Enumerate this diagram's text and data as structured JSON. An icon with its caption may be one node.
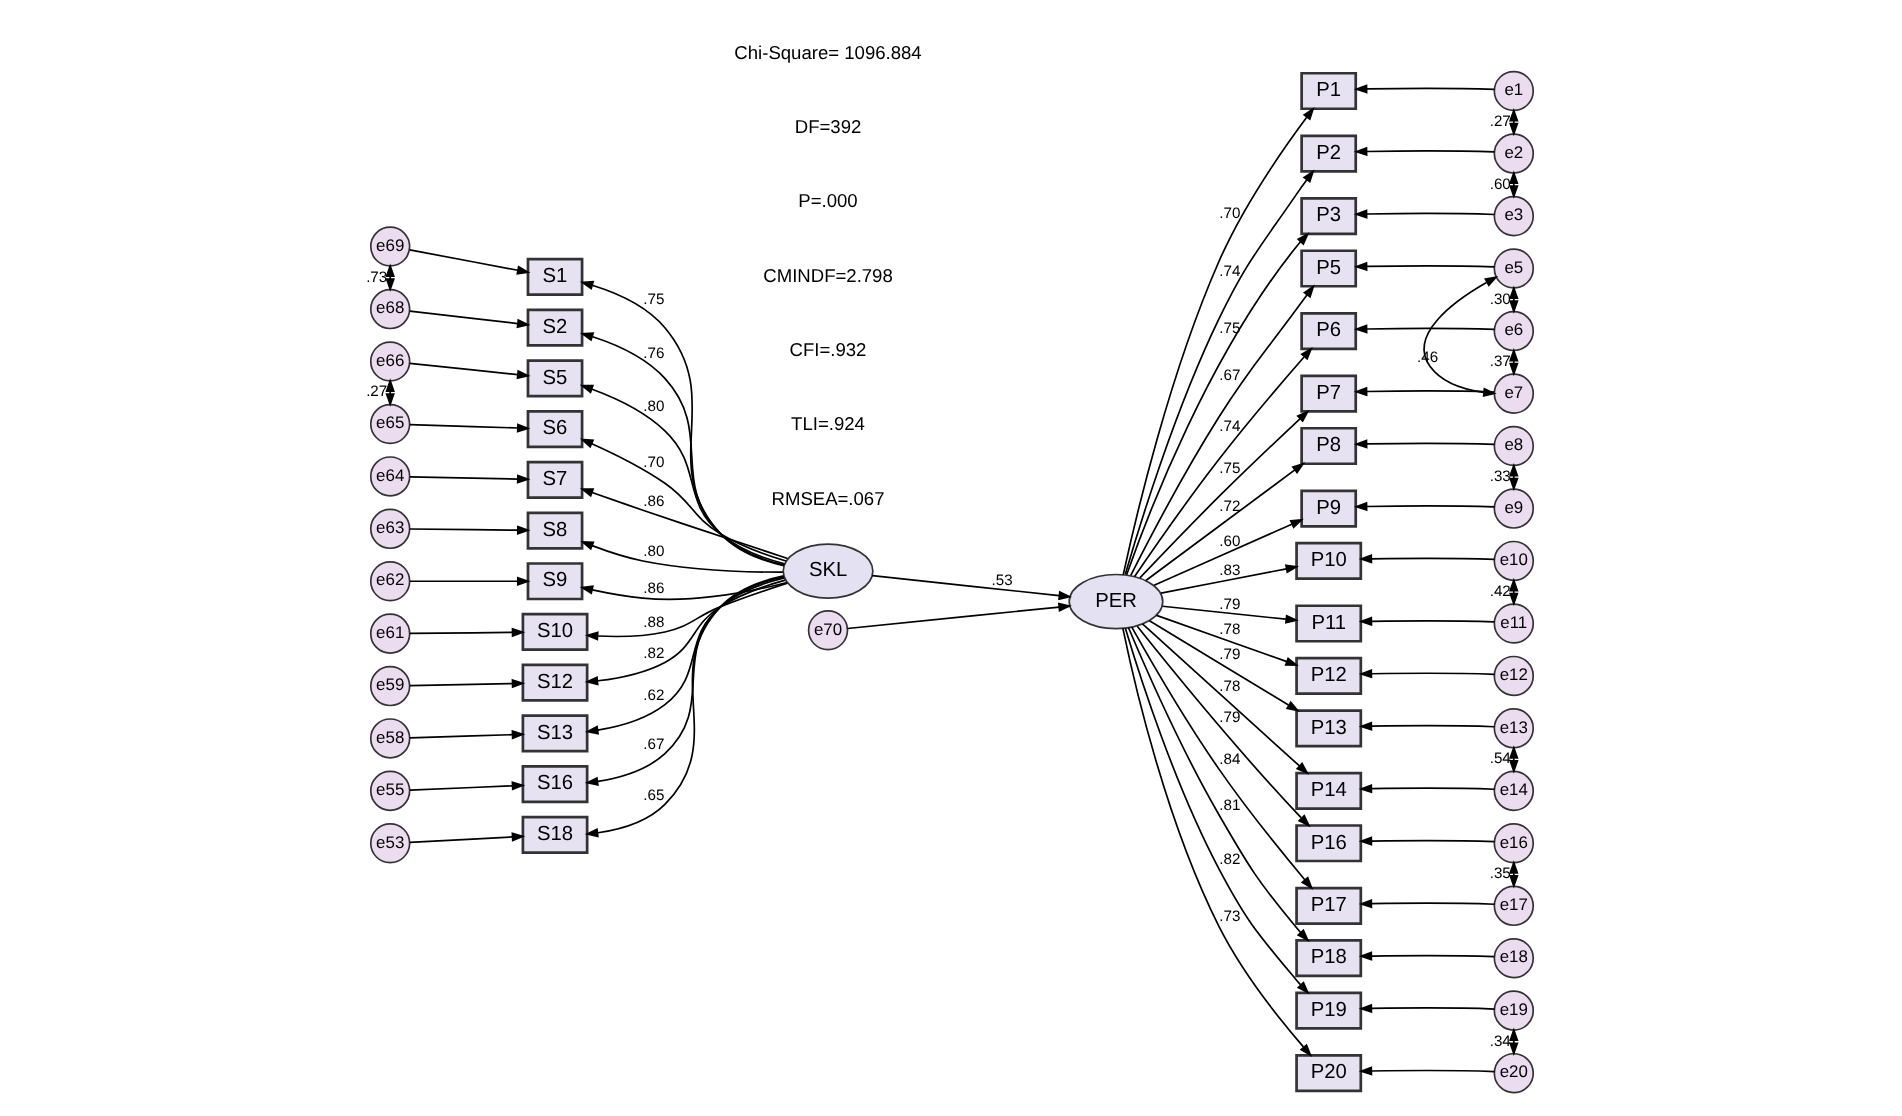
{
  "diagram": {
    "nodes": [
      {
        "text": [
          "e69"
        ]
      },
      {
        "text": [
          "S1"
        ]
      },
      {
        "text": [
          "e68"
        ]
      },
      {
        "text": [
          "S2"
        ]
      },
      {
        "text": [
          "e66"
        ]
      },
      {
        "text": [
          "S5"
        ]
      },
      {
        "text": [
          "e65"
        ]
      },
      {
        "text": [
          "S6"
        ]
      },
      {
        "text": [
          "e64"
        ]
      },
      {
        "text": [
          "S7"
        ]
      },
      {
        "text": [
          "e63"
        ]
      },
      {
        "text": [
          "S8"
        ]
      },
      {
        "text": [
          "e62"
        ]
      },
      {
        "text": [
          "S9"
        ]
      },
      {
        "text": [
          "e61"
        ]
      },
      {
        "text": [
          "S10"
        ]
      },
      {
        "text": [
          "e59"
        ]
      },
      {
        "text": [
          "S12"
        ]
      },
      {
        "text": [
          "e58"
        ]
      },
      {
        "text": [
          "S13"
        ]
      },
      {
        "text": [
          "e55"
        ]
      },
      {
        "text": [
          "S16"
        ]
      },
      {
        "text": [
          "e53"
        ]
      },
      {
        "text": [
          "S18"
        ]
      },
      {
        "text": [
          "SKL"
        ]
      },
      {
        "text": [
          "e70"
        ]
      },
      {
        "text": [
          "PER"
        ]
      },
      {
        "text": [
          "P1"
        ]
      },
      {
        "text": [
          "e1"
        ]
      },
      {
        "text": [
          "P2"
        ]
      },
      {
        "text": [
          "e2"
        ]
      },
      {
        "text": [
          "P3"
        ]
      },
      {
        "text": [
          "e3"
        ]
      },
      {
        "text": [
          "P5"
        ]
      },
      {
        "text": [
          "e5"
        ]
      },
      {
        "text": [
          "P6"
        ]
      },
      {
        "text": [
          "e6"
        ]
      },
      {
        "text": [
          "P7"
        ]
      },
      {
        "text": [
          "e7"
        ]
      },
      {
        "text": [
          "P8"
        ]
      },
      {
        "text": [
          "e8"
        ]
      },
      {
        "text": [
          "P9"
        ]
      },
      {
        "text": [
          "e9"
        ]
      },
      {
        "text": [
          "P10"
        ]
      },
      {
        "text": [
          "e10"
        ]
      },
      {
        "text": [
          "P11"
        ]
      },
      {
        "text": [
          "e11"
        ]
      },
      {
        "text": [
          "P12"
        ]
      },
      {
        "text": [
          "e12"
        ]
      },
      {
        "text": [
          "P13"
        ]
      },
      {
        "text": [
          "e13"
        ]
      },
      {
        "text": [
          "P14"
        ]
      },
      {
        "text": [
          "e14"
        ]
      },
      {
        "text": [
          "P16"
        ]
      },
      {
        "text": [
          "e16"
        ]
      },
      {
        "text": [
          "P17"
        ]
      },
      {
        "text": [
          "e17"
        ]
      },
      {
        "text": [
          "P18"
        ]
      },
      {
        "text": [
          "e18"
        ]
      },
      {
        "text": [
          "P19"
        ]
      },
      {
        "text": [
          "e19"
        ]
      },
      {
        "text": [
          "P20"
        ]
      },
      {
        "text": [
          "e20"
        ]
      }
    ],
    "edges": [
      {
        "from": 0,
        "to": 1,
        "arrow": "to"
      },
      {
        "from": 2,
        "to": 3,
        "arrow": "to"
      },
      {
        "from": 4,
        "to": 5,
        "arrow": "to"
      },
      {
        "from": 6,
        "to": 7,
        "arrow": "to"
      },
      {
        "from": 8,
        "to": 9,
        "arrow": "to"
      },
      {
        "from": 10,
        "to": 11,
        "arrow": "to"
      },
      {
        "from": 12,
        "to": 13,
        "arrow": "to"
      },
      {
        "from": 14,
        "to": 15,
        "arrow": "to"
      },
      {
        "from": 16,
        "to": 17,
        "arrow": "to"
      },
      {
        "from": 18,
        "to": 19,
        "arrow": "to"
      },
      {
        "from": 20,
        "to": 21,
        "arrow": "to"
      },
      {
        "from": 22,
        "to": 23,
        "arrow": "to"
      },
      {
        "from": 0,
        "to": 2,
        "arrow": "both",
        "label": ".73"
      },
      {
        "from": 4,
        "to": 6,
        "arrow": "both",
        "label": ".27"
      },
      {
        "from": 24,
        "to": 1,
        "arrow": "to",
        "label": ".75"
      },
      {
        "from": 24,
        "to": 3,
        "arrow": "to",
        "label": ".76"
      },
      {
        "from": 24,
        "to": 5,
        "arrow": "to",
        "label": ".80"
      },
      {
        "from": 24,
        "to": 7,
        "arrow": "to",
        "label": ".70"
      },
      {
        "from": 24,
        "to": 9,
        "arrow": "to",
        "label": ".86"
      },
      {
        "from": 24,
        "to": 11,
        "arrow": "to",
        "label": ".80"
      },
      {
        "from": 24,
        "to": 13,
        "arrow": "to",
        "label": ".86"
      },
      {
        "from": 24,
        "to": 15,
        "arrow": "to",
        "label": ".88"
      },
      {
        "from": 24,
        "to": 17,
        "arrow": "to",
        "label": ".82"
      },
      {
        "from": 24,
        "to": 19,
        "arrow": "to",
        "label": ".62"
      },
      {
        "from": 24,
        "to": 21,
        "arrow": "to",
        "label": ".67"
      },
      {
        "from": 24,
        "to": 23,
        "arrow": "to",
        "label": ".65"
      },
      {
        "from": 24,
        "to": 26,
        "arrow": "to",
        "label": ".53"
      },
      {
        "from": 25,
        "to": 26,
        "arrow": "to"
      },
      {
        "from": 26,
        "to": 27,
        "arrow": "to",
        "label": ".70"
      },
      {
        "from": 26,
        "to": 29,
        "arrow": "to",
        "label": ".74"
      },
      {
        "from": 26,
        "to": 31,
        "arrow": "to",
        "label": ".75"
      },
      {
        "from": 26,
        "to": 33,
        "arrow": "to",
        "label": ".67"
      },
      {
        "from": 26,
        "to": 35,
        "arrow": "to",
        "label": ".74"
      },
      {
        "from": 26,
        "to": 37,
        "arrow": "to",
        "label": ".75"
      },
      {
        "from": 26,
        "to": 39,
        "arrow": "to",
        "label": ".72"
      },
      {
        "from": 26,
        "to": 41,
        "arrow": "to",
        "label": ".60"
      },
      {
        "from": 26,
        "to": 43,
        "arrow": "to",
        "label": ".83"
      },
      {
        "from": 26,
        "to": 45,
        "arrow": "to",
        "label": ".79"
      },
      {
        "from": 26,
        "to": 47,
        "arrow": "to",
        "label": ".78"
      },
      {
        "from": 26,
        "to": 49,
        "arrow": "to",
        "label": ".79"
      },
      {
        "from": 26,
        "to": 51,
        "arrow": "to",
        "label": ".78"
      },
      {
        "from": 26,
        "to": 53,
        "arrow": "to",
        "label": ".79"
      },
      {
        "from": 26,
        "to": 55,
        "arrow": "to",
        "label": ".84"
      },
      {
        "from": 26,
        "to": 57,
        "arrow": "to",
        "label": ".81"
      },
      {
        "from": 26,
        "to": 59,
        "arrow": "to",
        "label": ".82"
      },
      {
        "from": 26,
        "to": 61,
        "arrow": "to",
        "label": ".73"
      },
      {
        "from": 28,
        "to": 27,
        "arrow": "to"
      },
      {
        "from": 30,
        "to": 29,
        "arrow": "to"
      },
      {
        "from": 32,
        "to": 31,
        "arrow": "to"
      },
      {
        "from": 34,
        "to": 33,
        "arrow": "to"
      },
      {
        "from": 36,
        "to": 35,
        "arrow": "to"
      },
      {
        "from": 38,
        "to": 37,
        "arrow": "to"
      },
      {
        "from": 40,
        "to": 39,
        "arrow": "to"
      },
      {
        "from": 42,
        "to": 41,
        "arrow": "to"
      },
      {
        "from": 44,
        "to": 43,
        "arrow": "to"
      },
      {
        "from": 46,
        "to": 45,
        "arrow": "to"
      },
      {
        "from": 48,
        "to": 47,
        "arrow": "to"
      },
      {
        "from": 50,
        "to": 49,
        "arrow": "to"
      },
      {
        "from": 52,
        "to": 51,
        "arrow": "to"
      },
      {
        "from": 54,
        "to": 53,
        "arrow": "to"
      },
      {
        "from": 56,
        "to": 55,
        "arrow": "to"
      },
      {
        "from": 58,
        "to": 57,
        "arrow": "to"
      },
      {
        "from": 60,
        "to": 59,
        "arrow": "to"
      },
      {
        "from": 62,
        "to": 61,
        "arrow": "to"
      },
      {
        "from": 28,
        "to": 30,
        "arrow": "both",
        "label": ".27"
      },
      {
        "from": 30,
        "to": 32,
        "arrow": "both",
        "label": ".60"
      },
      {
        "from": 34,
        "to": 36,
        "arrow": "both",
        "label": ".30"
      },
      {
        "from": 34,
        "to": 38,
        "arrow": "both",
        "label": ".46"
      },
      {
        "from": 36,
        "to": 38,
        "arrow": "both",
        "label": ".37"
      },
      {
        "from": 40,
        "to": 42,
        "arrow": "both",
        "label": ".33"
      },
      {
        "from": 44,
        "to": 46,
        "arrow": "both",
        "label": ".42"
      },
      {
        "from": 50,
        "to": 52,
        "arrow": "both",
        "label": ".54"
      },
      {
        "from": 54,
        "to": 56,
        "arrow": "both",
        "label": ".35"
      },
      {
        "from": 60,
        "to": 62,
        "arrow": "both",
        "label": ".34"
      }
    ],
    "labels": [
      "Chi-Square= 1096.884",
      "DF=392",
      "P=.000",
      "CMINDF=2.798",
      "CFI=.932",
      "TLI=.924",
      "RMSEA=.067"
    ]
  }
}
